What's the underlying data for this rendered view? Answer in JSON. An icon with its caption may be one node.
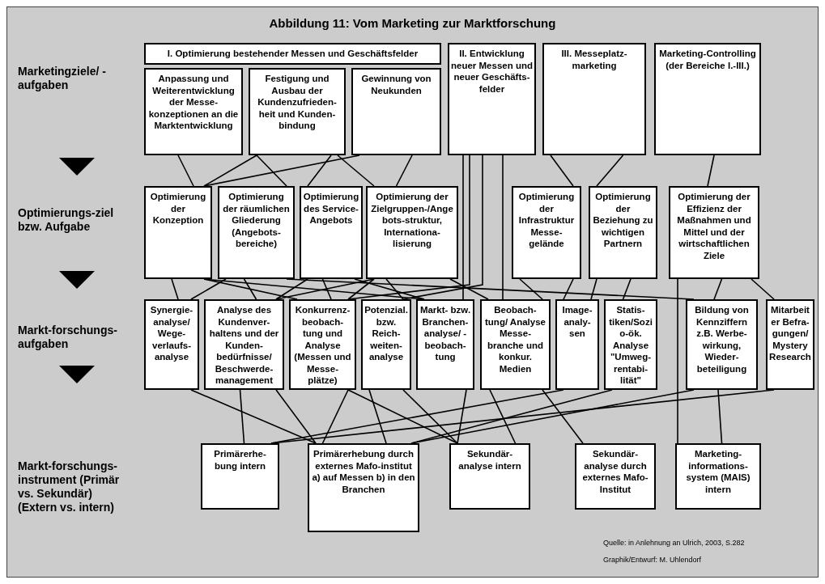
{
  "diagram": {
    "title": "Abbildung 11: Vom Marketing zur Marktforschung",
    "nodes": [
      {
        "text": [
          "I. Optimierung bestehender Messen und Geschäftsfelder"
        ]
      },
      {
        "text": [
          "Anpassung und Weiterentwicklung der Messe-konzeptionen an die Marktentwicklung"
        ]
      },
      {
        "text": [
          "Festigung und Ausbau der Kundenzufrieden-heit und Kunden-bindung"
        ]
      },
      {
        "text": [
          "Gewinnung von Neukunden"
        ]
      },
      {
        "text": [
          "II. Entwicklung neuer Messen und neuer Geschäfts-felder"
        ]
      },
      {
        "text": [
          "III. Messeplatz-marketing"
        ]
      },
      {
        "text": [
          "Marketing-Controlling (der Bereiche I.-III.)"
        ]
      },
      {
        "text": [
          "Optimierung der Konzeption"
        ]
      },
      {
        "text": [
          "Optimierung der räumlichen Gliederung (Angebots-bereiche)"
        ]
      },
      {
        "text": [
          "Optimierung des Service-Angebots"
        ]
      },
      {
        "text": [
          "Optimierung der Zielgruppen-/Angebots-struktur, Internationa-lisierung"
        ]
      },
      {
        "text": [
          "Optimierung der Infrastruktur Messe-gelände"
        ]
      },
      {
        "text": [
          "Optimierung der Beziehung zu wichtigen Partnern"
        ]
      },
      {
        "text": [
          "Optimierung der Effizienz der Maßnahmen und Mittel und der wirtschaftlichen Ziele"
        ]
      },
      {
        "text": [
          "Synergie-analyse/ Wege-verlaufs-analyse"
        ]
      },
      {
        "text": [
          "Analyse des Kundenver-haltens und der Kunden-bedürfnisse/ Beschwerde-management"
        ]
      },
      {
        "text": [
          "Konkurrenz-beobach-tung und Analyse (Messen und Messe-plätze)"
        ]
      },
      {
        "text": [
          "Potenzial. bzw. Reich-weiten-analyse"
        ]
      },
      {
        "text": [
          "Markt- bzw. Branchen-analyse/ -beobach-tung"
        ]
      },
      {
        "text": [
          "Beobach-tung/ Analyse Messe-branche und konkur. Medien"
        ]
      },
      {
        "text": [
          "Image-analy-sen"
        ]
      },
      {
        "text": [
          "Statis-tiken/Sozio-ök. Analyse \"Umweg-rentabi-lität\""
        ]
      },
      {
        "text": [
          "Bildung von Kennziffern z.B. Werbe-wirkung, Wieder-beteiligung"
        ]
      },
      {
        "text": [
          "Mitarbeiter Befra-gungen/ Mystery Research"
        ]
      },
      {
        "text": [
          "Primärerhe-bung intern"
        ]
      },
      {
        "text": [
          "Primärerhebung durch externes Mafo-institut a) auf Messen b) in den Branchen"
        ]
      },
      {
        "text": [
          "Sekundär-analyse intern"
        ]
      },
      {
        "text": [
          "Sekundär-analyse durch externes Mafo-Institut"
        ]
      },
      {
        "text": [
          "Marketing-informations-system (MAIS) intern"
        ]
      }
    ],
    "edges": [
      {
        "from": 1,
        "to": 7,
        "arrow": "none"
      },
      {
        "from": 2,
        "to": 7,
        "arrow": "none"
      },
      {
        "from": 2,
        "to": 8,
        "arrow": "none"
      },
      {
        "from": 2,
        "to": 9,
        "arrow": "none"
      },
      {
        "from": 2,
        "to": 10,
        "arrow": "none"
      },
      {
        "from": 3,
        "to": 7,
        "arrow": "none"
      },
      {
        "from": 3,
        "to": 10,
        "arrow": "none"
      },
      {
        "from": 4,
        "to": 16,
        "arrow": "none"
      },
      {
        "from": 4,
        "to": 17,
        "arrow": "none"
      },
      {
        "from": 4,
        "to": 18,
        "arrow": "none"
      },
      {
        "from": 4,
        "to": 19,
        "arrow": "none"
      },
      {
        "from": 5,
        "to": 11,
        "arrow": "none"
      },
      {
        "from": 5,
        "to": 12,
        "arrow": "none"
      },
      {
        "from": 6,
        "to": 13,
        "arrow": "none"
      },
      {
        "from": 7,
        "to": 14,
        "arrow": "none"
      },
      {
        "from": 7,
        "to": 16,
        "arrow": "none"
      },
      {
        "from": 7,
        "to": 18,
        "arrow": "none"
      },
      {
        "from": 8,
        "to": 14,
        "arrow": "none"
      },
      {
        "from": 8,
        "to": 15,
        "arrow": "none"
      },
      {
        "from": 8,
        "to": 22,
        "arrow": "none"
      },
      {
        "from": 9,
        "to": 15,
        "arrow": "none"
      },
      {
        "from": 9,
        "to": 16,
        "arrow": "none"
      },
      {
        "from": 9,
        "to": 18,
        "arrow": "none"
      },
      {
        "from": 10,
        "to": 15,
        "arrow": "none"
      },
      {
        "from": 10,
        "to": 16,
        "arrow": "none"
      },
      {
        "from": 10,
        "to": 17,
        "arrow": "none"
      },
      {
        "from": 10,
        "to": 19,
        "arrow": "none"
      },
      {
        "from": 11,
        "to": 19,
        "arrow": "none"
      },
      {
        "from": 11,
        "to": 20,
        "arrow": "none"
      },
      {
        "from": 12,
        "to": 20,
        "arrow": "none"
      },
      {
        "from": 12,
        "to": 21,
        "arrow": "none"
      },
      {
        "from": 13,
        "to": 22,
        "arrow": "none"
      },
      {
        "from": 13,
        "to": 23,
        "arrow": "none"
      },
      {
        "from": 13,
        "to": 28,
        "arrow": "none"
      },
      {
        "from": 14,
        "to": 25,
        "arrow": "none"
      },
      {
        "from": 15,
        "to": 24,
        "arrow": "none"
      },
      {
        "from": 15,
        "to": 25,
        "arrow": "none"
      },
      {
        "from": 16,
        "to": 25,
        "arrow": "none"
      },
      {
        "from": 16,
        "to": 26,
        "arrow": "none"
      },
      {
        "from": 17,
        "to": 25,
        "arrow": "none"
      },
      {
        "from": 17,
        "to": 26,
        "arrow": "none"
      },
      {
        "from": 18,
        "to": 26,
        "arrow": "none"
      },
      {
        "from": 19,
        "to": 26,
        "arrow": "none"
      },
      {
        "from": 19,
        "to": 27,
        "arrow": "none"
      },
      {
        "from": 20,
        "to": 24,
        "arrow": "none"
      },
      {
        "from": 21,
        "to": 25,
        "arrow": "none"
      },
      {
        "from": 22,
        "to": 25,
        "arrow": "none"
      },
      {
        "from": 22,
        "to": 28,
        "arrow": "none"
      },
      {
        "from": 23,
        "to": 24,
        "arrow": "none"
      }
    ],
    "labels": [
      "Marketingziele/ -aufgaben",
      "Optimierungs-ziel bzw. Aufgabe",
      "Markt-forschungs-aufgaben",
      "Markt-forschungs-instrument (Primär vs. Sekundär) (Extern vs. intern)",
      "Quelle: in Anlehnung an Ulrich, 2003, S.282",
      "Graphik/Entwurf: M. Uhlendorf"
    ]
  }
}
